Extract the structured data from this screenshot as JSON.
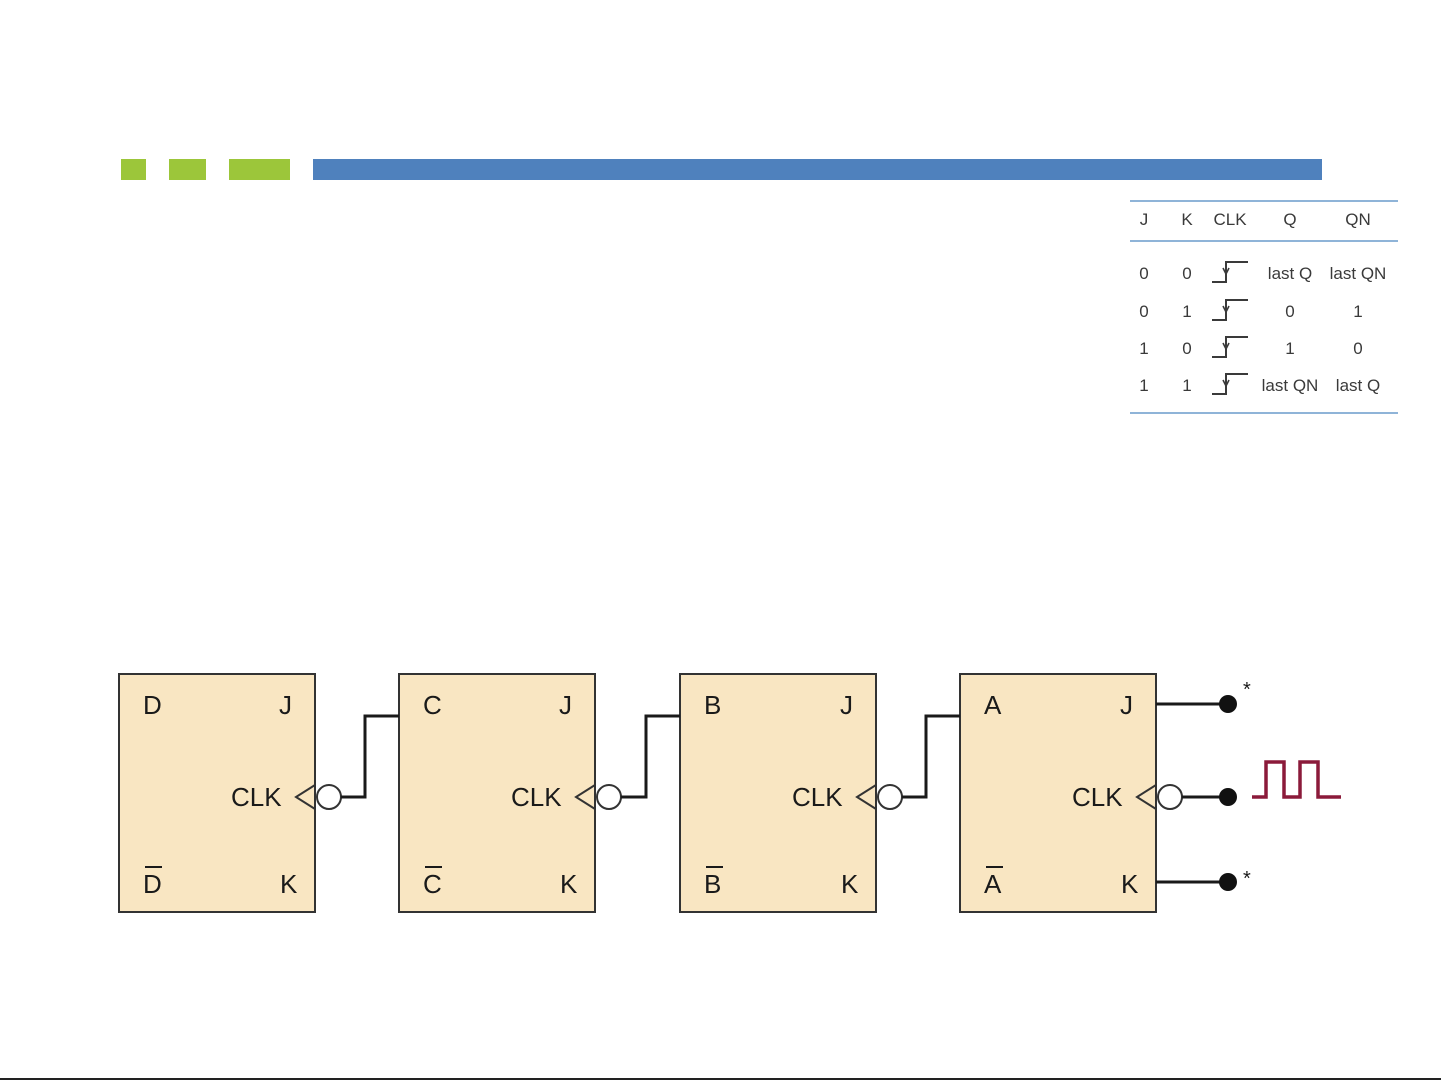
{
  "colors": {
    "accent_green": "#9cc63a",
    "title_bar_blue": "#4f81bd",
    "table_rule": "#8fb4d8",
    "flipflop_fill": "#f9e6c2",
    "flipflop_stroke": "#333333",
    "clock_wave": "#8b1a3a"
  },
  "truth_table": {
    "headers": [
      "J",
      "K",
      "CLK",
      "Q",
      "QN"
    ],
    "rows": [
      [
        "0",
        "0",
        "rising-edge-icon",
        "last Q",
        "last QN"
      ],
      [
        "0",
        "1",
        "rising-edge-icon",
        "0",
        "1"
      ],
      [
        "1",
        "0",
        "rising-edge-icon",
        "1",
        "0"
      ],
      [
        "1",
        "1",
        "rising-edge-icon",
        "last QN",
        "last Q"
      ]
    ]
  },
  "flipflops": [
    {
      "q": "D",
      "qbar": "D",
      "j": "J",
      "k": "K",
      "clk": "CLK"
    },
    {
      "q": "C",
      "qbar": "C",
      "j": "J",
      "k": "K",
      "clk": "CLK"
    },
    {
      "q": "B",
      "qbar": "B",
      "j": "J",
      "k": "K",
      "clk": "CLK"
    },
    {
      "q": "A",
      "qbar": "A",
      "j": "J",
      "k": "K",
      "clk": "CLK"
    }
  ],
  "inputs": {
    "j_mark": "*",
    "k_mark": "*",
    "clock_icon": "square-wave-icon"
  }
}
